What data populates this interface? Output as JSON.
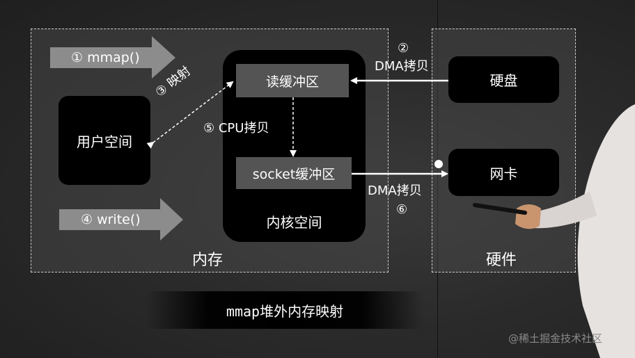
{
  "regions": {
    "memory_label": "内存",
    "hardware_label": "硬件"
  },
  "boxes": {
    "user_space": "用户空间",
    "kernel_space": "内核空间",
    "read_buffer": "读缓冲区",
    "socket_buffer": "socket缓冲区",
    "disk": "硬盘",
    "nic": "网卡"
  },
  "steps": {
    "mmap": "① mmap()",
    "write": "④  write()",
    "map": "③ 映射",
    "cpu_copy": "⑤ CPU拷贝",
    "dma_copy_in_num": "②",
    "dma_copy_in": "DMA拷贝",
    "dma_copy_out": "DMA拷贝",
    "dma_copy_out_num": "⑥"
  },
  "footer": {
    "title": "mmap堆外内存映射"
  },
  "watermark": "@稀土掘金技术社区",
  "colors": {
    "background": "#2b2b2b",
    "box": "#000000",
    "buffer": "#545454",
    "arrow": "#8c8c8c"
  }
}
